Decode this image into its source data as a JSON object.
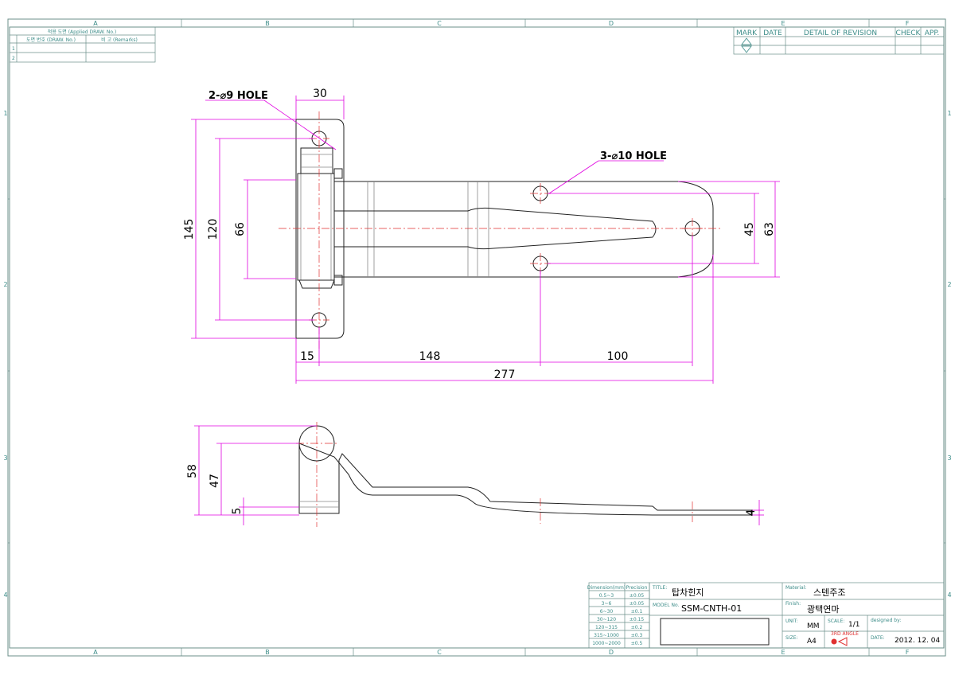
{
  "zones_columns": [
    "A",
    "B",
    "C",
    "D",
    "E",
    "F"
  ],
  "zones_rows": [
    "1",
    "2",
    "3",
    "4"
  ],
  "applied_table": {
    "title": "적용 도면 (Applied DRAW. No.)",
    "col1": "도면 번호 (DRAW. No.)",
    "col2": "비 고 (Remarks)",
    "rows": [
      "1",
      "2"
    ]
  },
  "revision_table": {
    "headers": [
      "MARK",
      "DATE",
      "DETAIL OF REVISION",
      "CHECK",
      "APP."
    ]
  },
  "callouts": {
    "hole9": "2-⌀9 HOLE",
    "hole10": "3-⌀10 HOLE"
  },
  "dimensions": {
    "d30": "30",
    "d145": "145",
    "d120": "120",
    "d66": "66",
    "d45": "45",
    "d63": "63",
    "d15": "15",
    "d148": "148",
    "d100": "100",
    "d277": "277",
    "d58": "58",
    "d47": "47",
    "d5": "5",
    "d4": "4"
  },
  "tolerance_table": {
    "header": [
      "Dimension(mm)",
      "Precision"
    ],
    "rows": [
      [
        "0.5~3",
        "±0.05"
      ],
      [
        "3~6",
        "±0.05"
      ],
      [
        "6~30",
        "±0.1"
      ],
      [
        "30~120",
        "±0.15"
      ],
      [
        "120~315",
        "±0.2"
      ],
      [
        "315~1000",
        "±0.3"
      ],
      [
        "1000~2000",
        "±0.5"
      ]
    ]
  },
  "title_block": {
    "title_label": "TITLE:",
    "title": "탑차힌지",
    "model_label": "MODEL No.",
    "model": "SSM-CNTH-01",
    "material_label": "Material:",
    "material": "스텐주조",
    "finish_label": "Finish:",
    "finish": "광택연마",
    "unit_label": "UNIT:",
    "unit": "MM",
    "scale_label": "SCALE:",
    "scale": "1/1",
    "size_label": "SIZE:",
    "size": "A4",
    "projection_label": "3RD ANGLE",
    "designed_label": "designed by:",
    "date_label": "DATE:",
    "date": "2012. 12. 04"
  }
}
